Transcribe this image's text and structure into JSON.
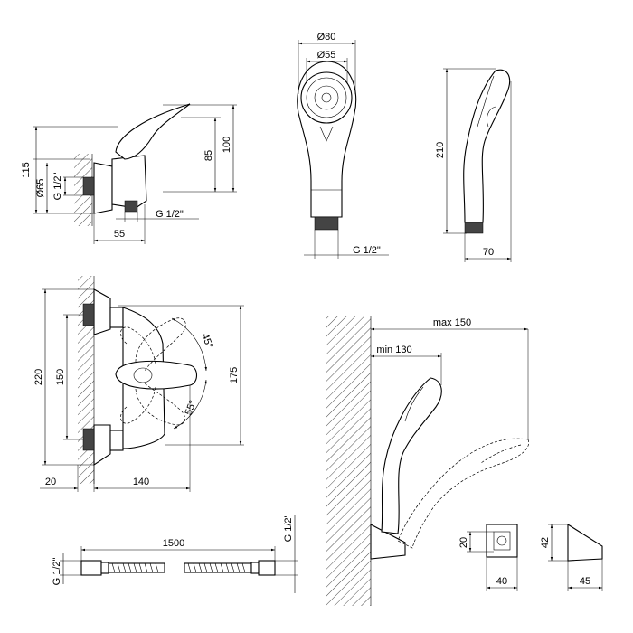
{
  "colors": {
    "line": "#000000",
    "background": "#ffffff",
    "thread": "#444444"
  },
  "views": {
    "mixer_side": {
      "dim_115": "115",
      "dim_65": "Ø65",
      "dim_g_left": "G 1/2\"",
      "dim_100": "100",
      "dim_85": "85",
      "dim_g_bottom": "G 1/2\"",
      "dim_55": "55"
    },
    "shower_head_front": {
      "dim_80": "Ø80",
      "dim_55": "Ø55",
      "dim_g": "G 1/2\""
    },
    "shower_head_side": {
      "dim_210": "210",
      "dim_70": "70"
    },
    "mixer_front": {
      "dim_220": "220",
      "dim_150": "150",
      "dim_175": "175",
      "angle_45": "45°",
      "angle_55": "55°",
      "dim_20": "20",
      "dim_140": "140"
    },
    "wall_holder": {
      "max_150": "max 150",
      "min_130": "min 130"
    },
    "holder_front": {
      "dim_20": "20",
      "dim_40": "40"
    },
    "holder_side": {
      "dim_42": "42",
      "dim_45": "45"
    },
    "hose": {
      "dim_1500": "1500",
      "dim_g_left": "G 1/2\"",
      "dim_g_right": "G 1/2\""
    }
  }
}
